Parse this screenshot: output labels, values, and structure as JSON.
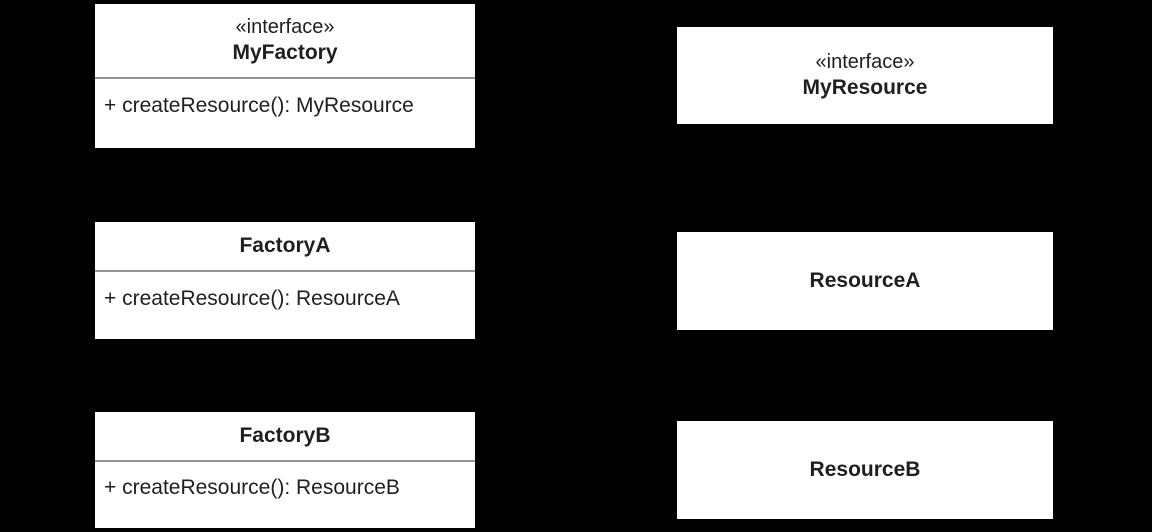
{
  "diagram": {
    "type": "uml-class-diagram",
    "pattern": "Abstract Factory",
    "background_color": "#000000",
    "box_fill_color": "#ffffff",
    "divider_color": "#949494",
    "text_color": "#1f1f1f",
    "classes": [
      {
        "id": "myfactory",
        "stereotype": "«interface»",
        "name": "MyFactory",
        "members": [
          "+ createResource(): MyResource"
        ]
      },
      {
        "id": "factory-a",
        "stereotype": "",
        "name": "FactoryA",
        "members": [
          "+ createResource(): ResourceA"
        ]
      },
      {
        "id": "factory-b",
        "stereotype": "",
        "name": "FactoryB",
        "members": [
          "+ createResource(): ResourceB"
        ]
      },
      {
        "id": "myresource",
        "stereotype": "«interface»",
        "name": "MyResource",
        "members": []
      },
      {
        "id": "resource-a",
        "stereotype": "",
        "name": "ResourceA",
        "members": []
      },
      {
        "id": "resource-b",
        "stereotype": "",
        "name": "ResourceB",
        "members": []
      }
    ]
  }
}
